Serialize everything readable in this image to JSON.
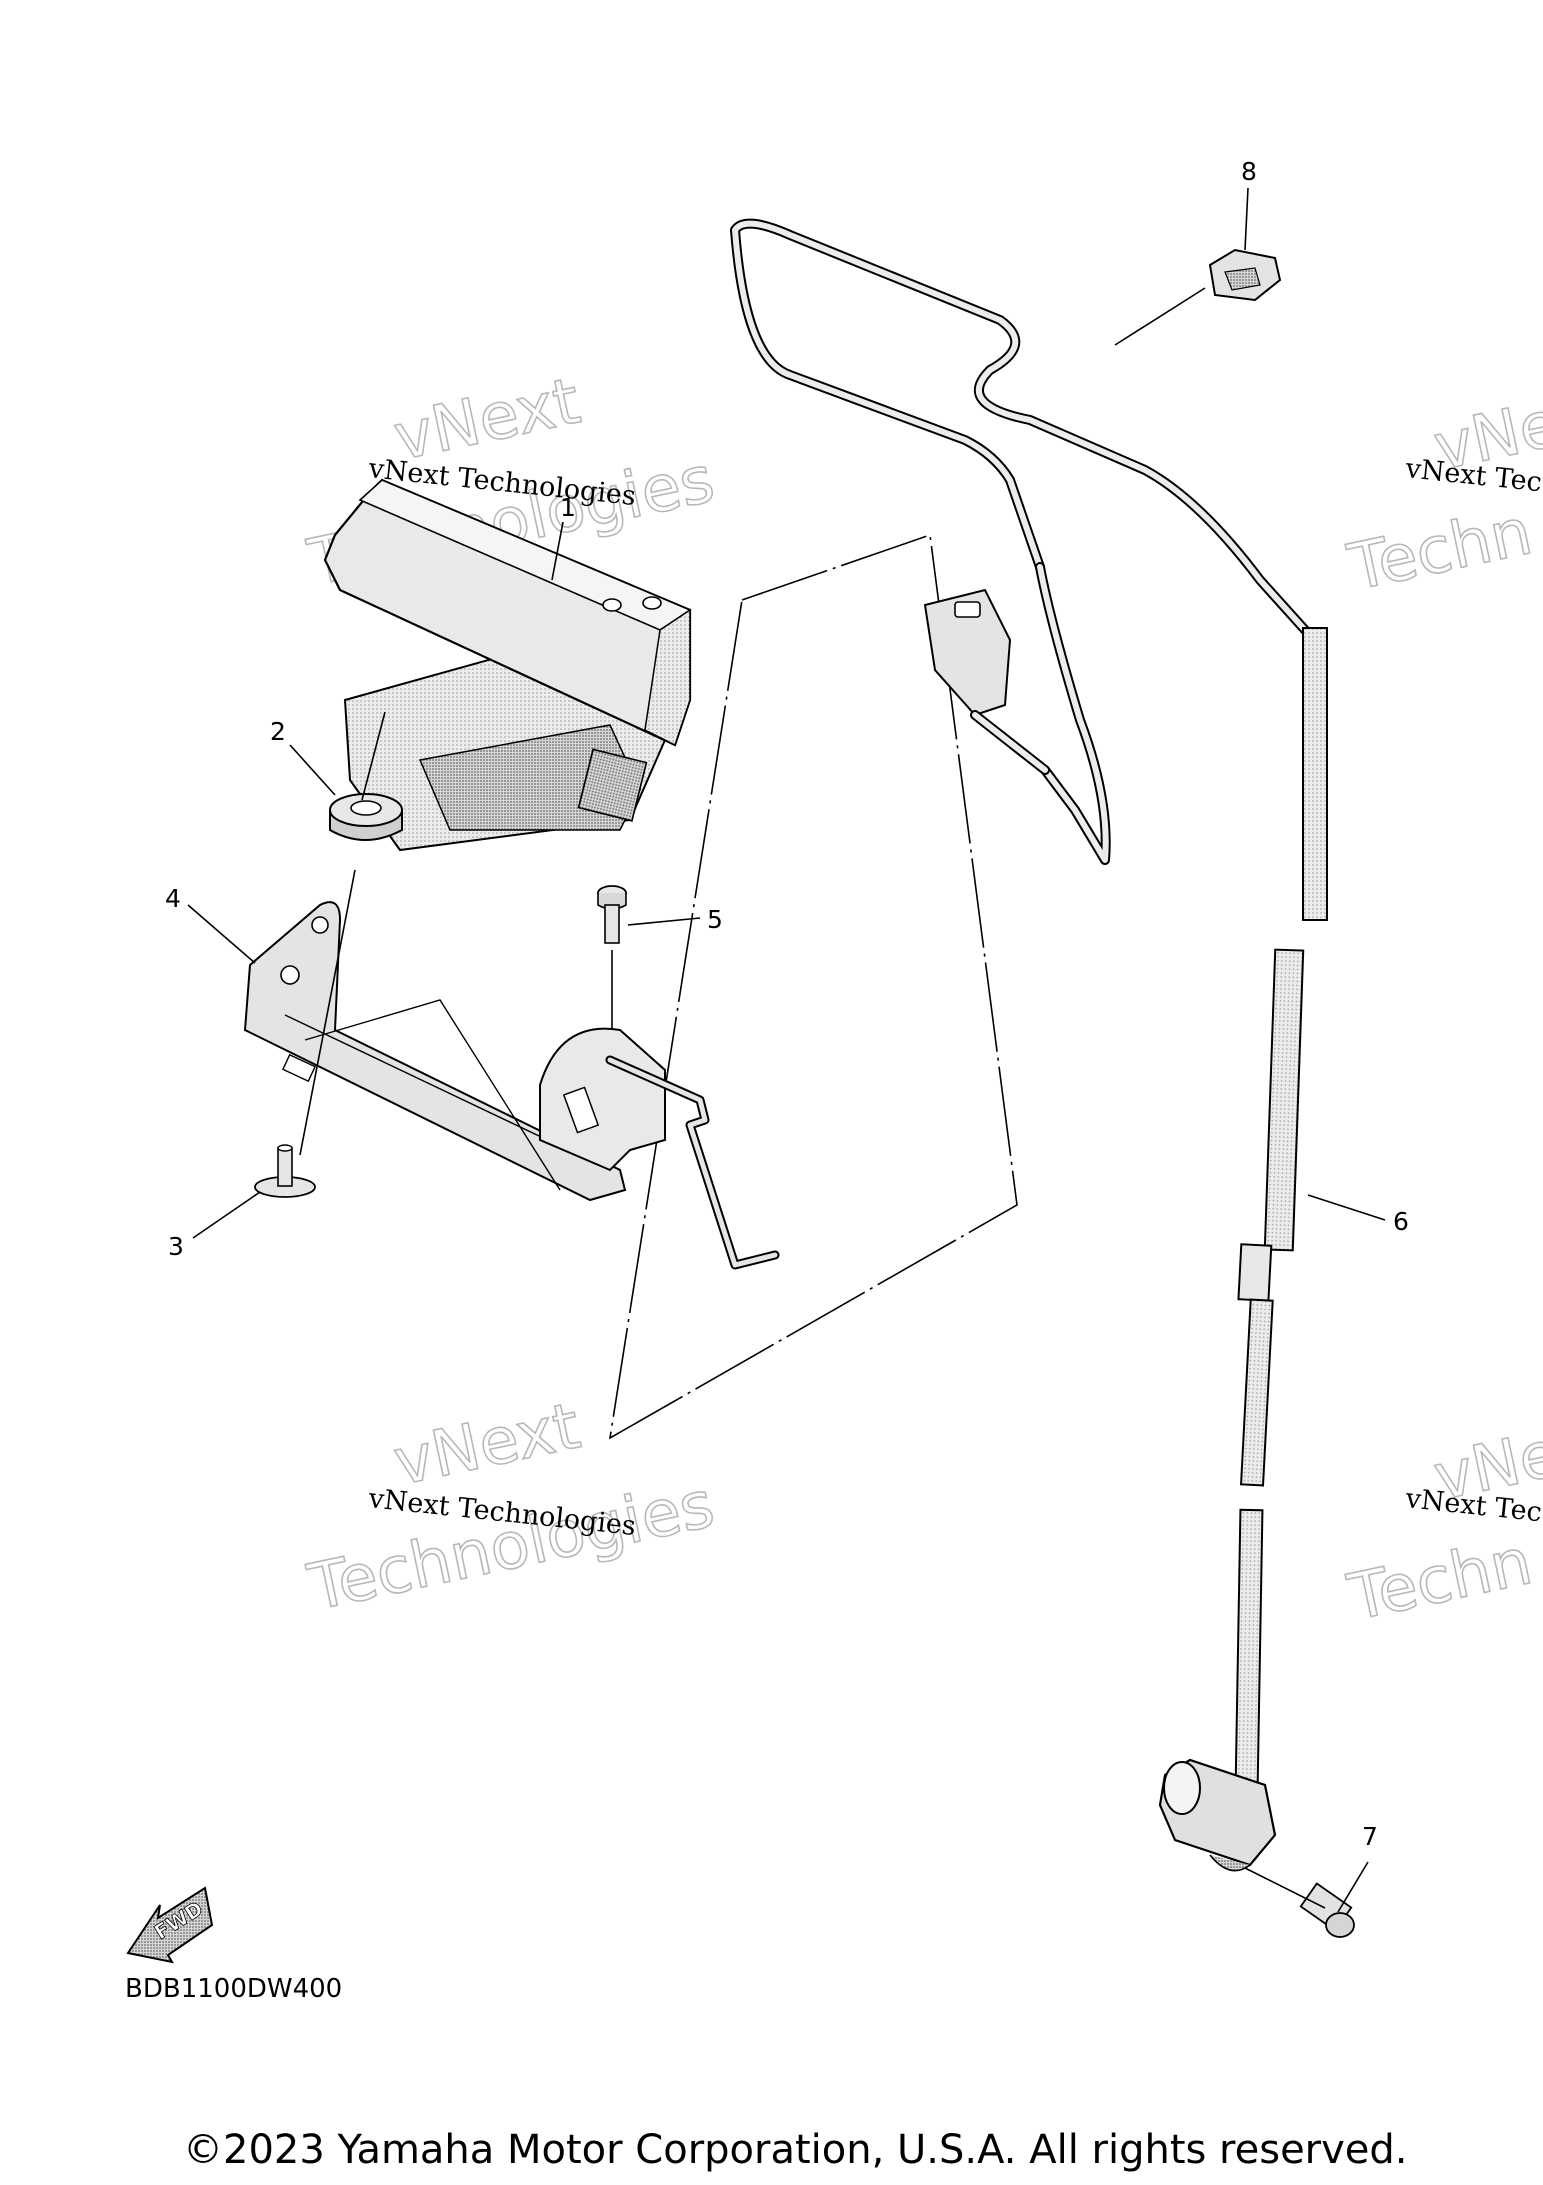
{
  "callouts": [
    {
      "id": "1",
      "label": "1"
    },
    {
      "id": "2",
      "label": "2"
    },
    {
      "id": "3",
      "label": "3"
    },
    {
      "id": "4",
      "label": "4"
    },
    {
      "id": "5",
      "label": "5"
    },
    {
      "id": "6",
      "label": "6"
    },
    {
      "id": "7",
      "label": "7"
    },
    {
      "id": "8",
      "label": "8"
    }
  ],
  "watermark": {
    "small": "vNext Technologies",
    "big_line1": "vNext",
    "big_line2": "Technologies",
    "edge_small": "vNext Tec",
    "edge_big_line1": "vNe",
    "edge_big_line2": "Techn"
  },
  "fwd_label": "FWD",
  "diagram_code": "BDB1100DW400",
  "copyright": "©2023 Yamaha Motor Corporation, U.S.A. All rights reserved.",
  "colors": {
    "line": "#000000",
    "part_fill": "#e6e6e6",
    "shade": "#c4c4c4",
    "watermark": "#b8b8b8"
  }
}
